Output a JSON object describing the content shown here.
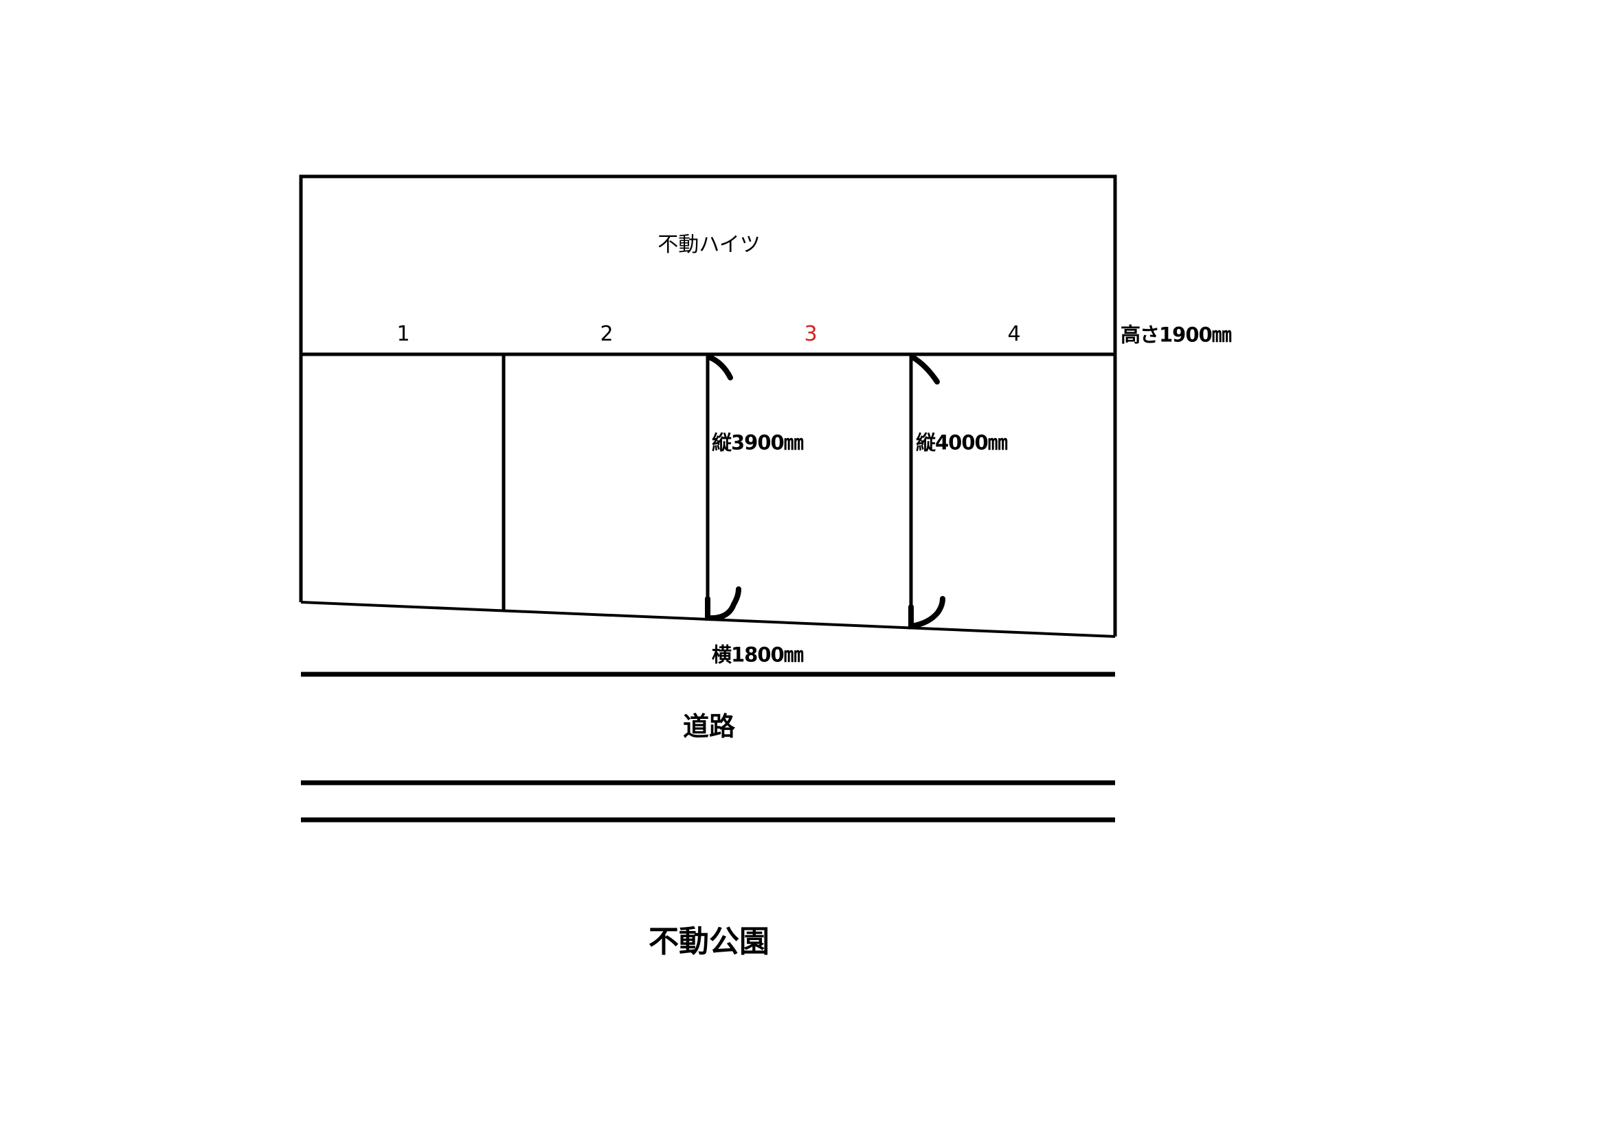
{
  "building": {
    "name": "不動ハイツ"
  },
  "spaces": [
    {
      "number": "1",
      "highlighted": false
    },
    {
      "number": "2",
      "highlighted": false
    },
    {
      "number": "3",
      "highlighted": true
    },
    {
      "number": "4",
      "highlighted": false
    }
  ],
  "dimensions": {
    "height": "高さ1900㎜",
    "depth_space3": "縦3900㎜",
    "depth_space4": "縦4000㎜",
    "width": "横1800㎜"
  },
  "road": {
    "label": "道路"
  },
  "park": {
    "label": "不動公園"
  },
  "colors": {
    "highlight": "#d42020",
    "line": "#000000"
  }
}
